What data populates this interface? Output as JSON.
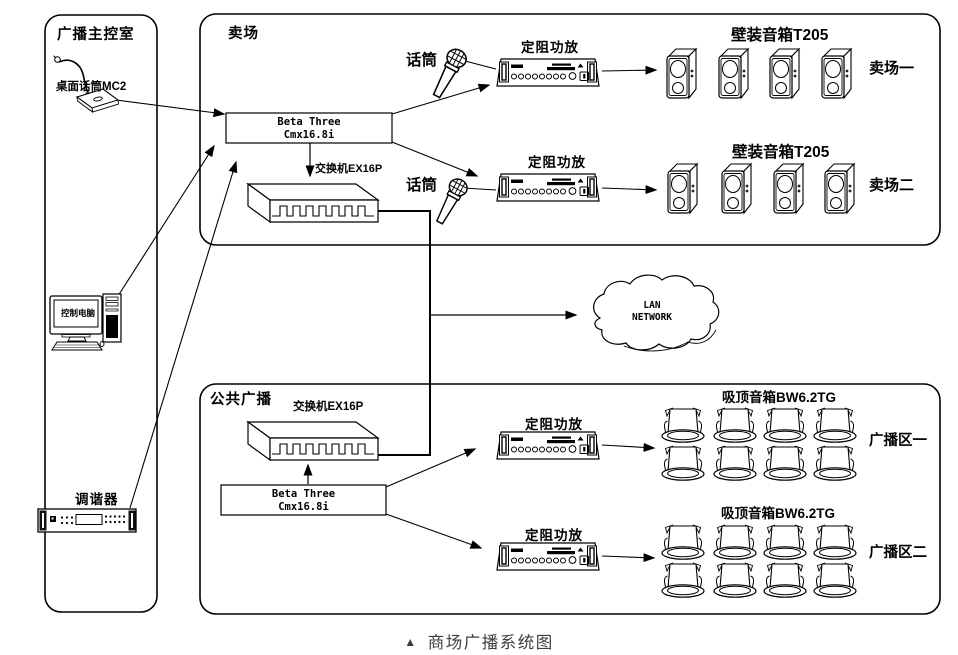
{
  "control_room": {
    "title": "广播主控室",
    "desk_mic_label": "桌面话筒MC2",
    "computer_label": "控制电脑",
    "tuner_label": "调谐器"
  },
  "sales_area": {
    "title": "卖场",
    "processor": {
      "line1": "Beta Three",
      "line2": "Cmx16.8i"
    },
    "switch_label": "交换机EX16P",
    "rows": [
      {
        "mic_label": "话筒",
        "amp_label": "定阻功放",
        "speaker_title": "壁装音箱T205",
        "zone_label": "卖场一"
      },
      {
        "mic_label": "话筒",
        "amp_label": "定阻功放",
        "speaker_title": "壁装音箱T205",
        "zone_label": "卖场二"
      }
    ]
  },
  "network_cloud": {
    "line1": "LAN",
    "line2": "NETWORK"
  },
  "public_area": {
    "title": "公共广播",
    "switch_label": "交换机EX16P",
    "processor": {
      "line1": "Beta Three",
      "line2": "Cmx16.8i"
    },
    "rows": [
      {
        "amp_label": "定阻功放",
        "speaker_title": "吸顶音箱BW6.2TG",
        "zone_label": "广播区一"
      },
      {
        "amp_label": "定阻功放",
        "speaker_title": "吸顶音箱BW6.2TG",
        "zone_label": "广播区二"
      }
    ]
  },
  "caption": {
    "marker": "▲",
    "text": "商场广播系统图"
  },
  "colors": {
    "line": "#000000",
    "caption_text": "#3d3d3d",
    "background": "#ffffff"
  }
}
